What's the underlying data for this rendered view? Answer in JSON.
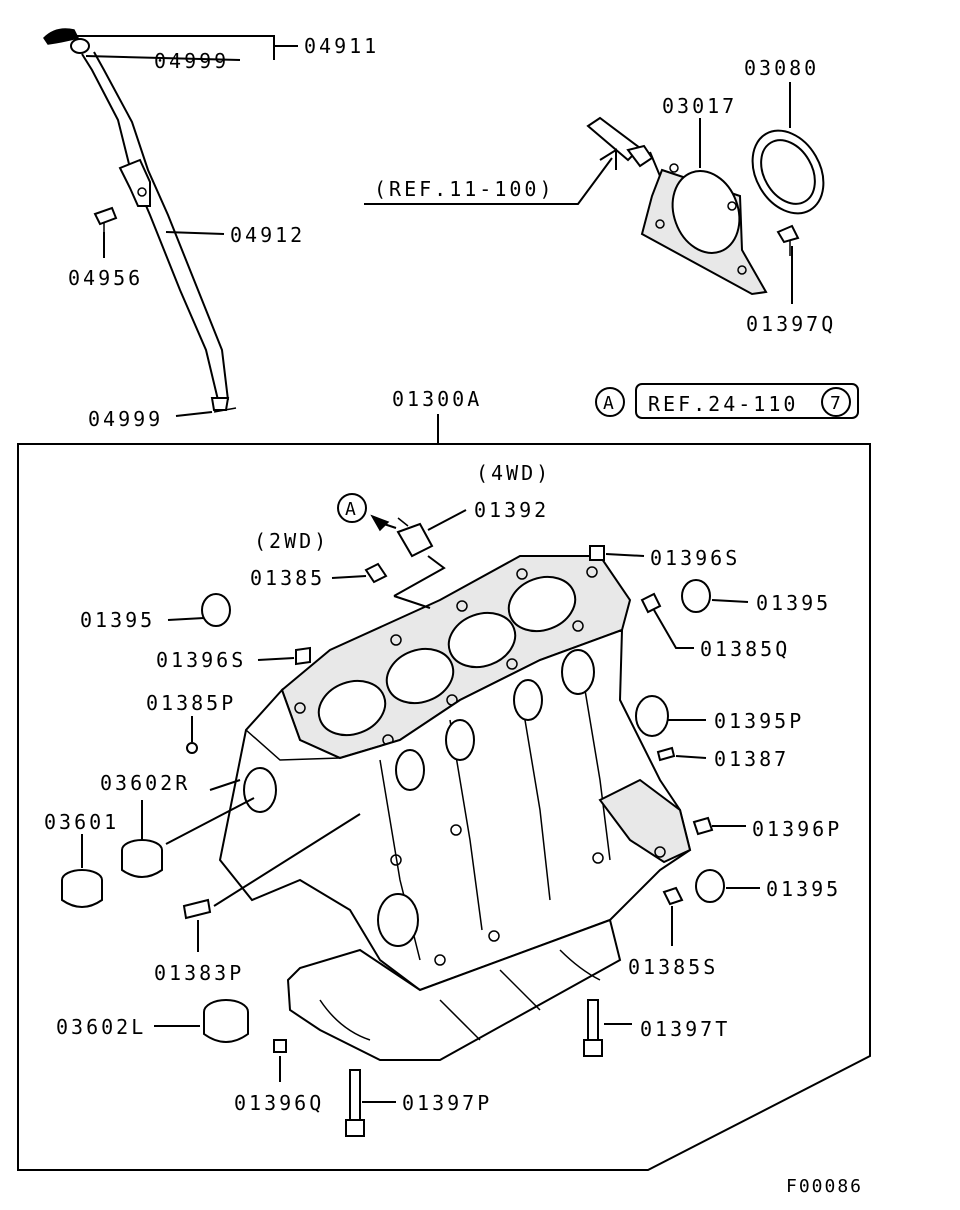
{
  "parts": {
    "p04911": "04911",
    "p04999_top": "04999",
    "p04912": "04912",
    "p04956": "04956",
    "p04999_bottom": "04999",
    "p03080": "03080",
    "p03017": "03017",
    "p01397Q": "01397Q",
    "p01300A": "01300A",
    "p01392": "01392",
    "p01396S_right": "01396S",
    "p01385": "01385",
    "p01395_left": "01395",
    "p01395_right_top": "01395",
    "p01385Q": "01385Q",
    "p01396S_left": "01396S",
    "p01385P": "01385P",
    "p01395P": "01395P",
    "p01387": "01387",
    "p03602R": "03602R",
    "p03601": "03601",
    "p01396P": "01396P",
    "p01395_right_bottom": "01395",
    "p01383P": "01383P",
    "p01385S": "01385S",
    "p03602L": "03602L",
    "p01397T": "01397T",
    "p01396Q": "01396Q",
    "p01397P": "01397P"
  },
  "refs": {
    "ref_11_100": "(REF.11-100)",
    "ref_24_110": "REF.24-110",
    "ref_24_110_page": "7",
    "marker_a": "A",
    "marker_a_bottom": "A"
  },
  "variants": {
    "wd4": "(4WD)",
    "wd2": "(2WD)"
  },
  "figure_code": "F00086"
}
